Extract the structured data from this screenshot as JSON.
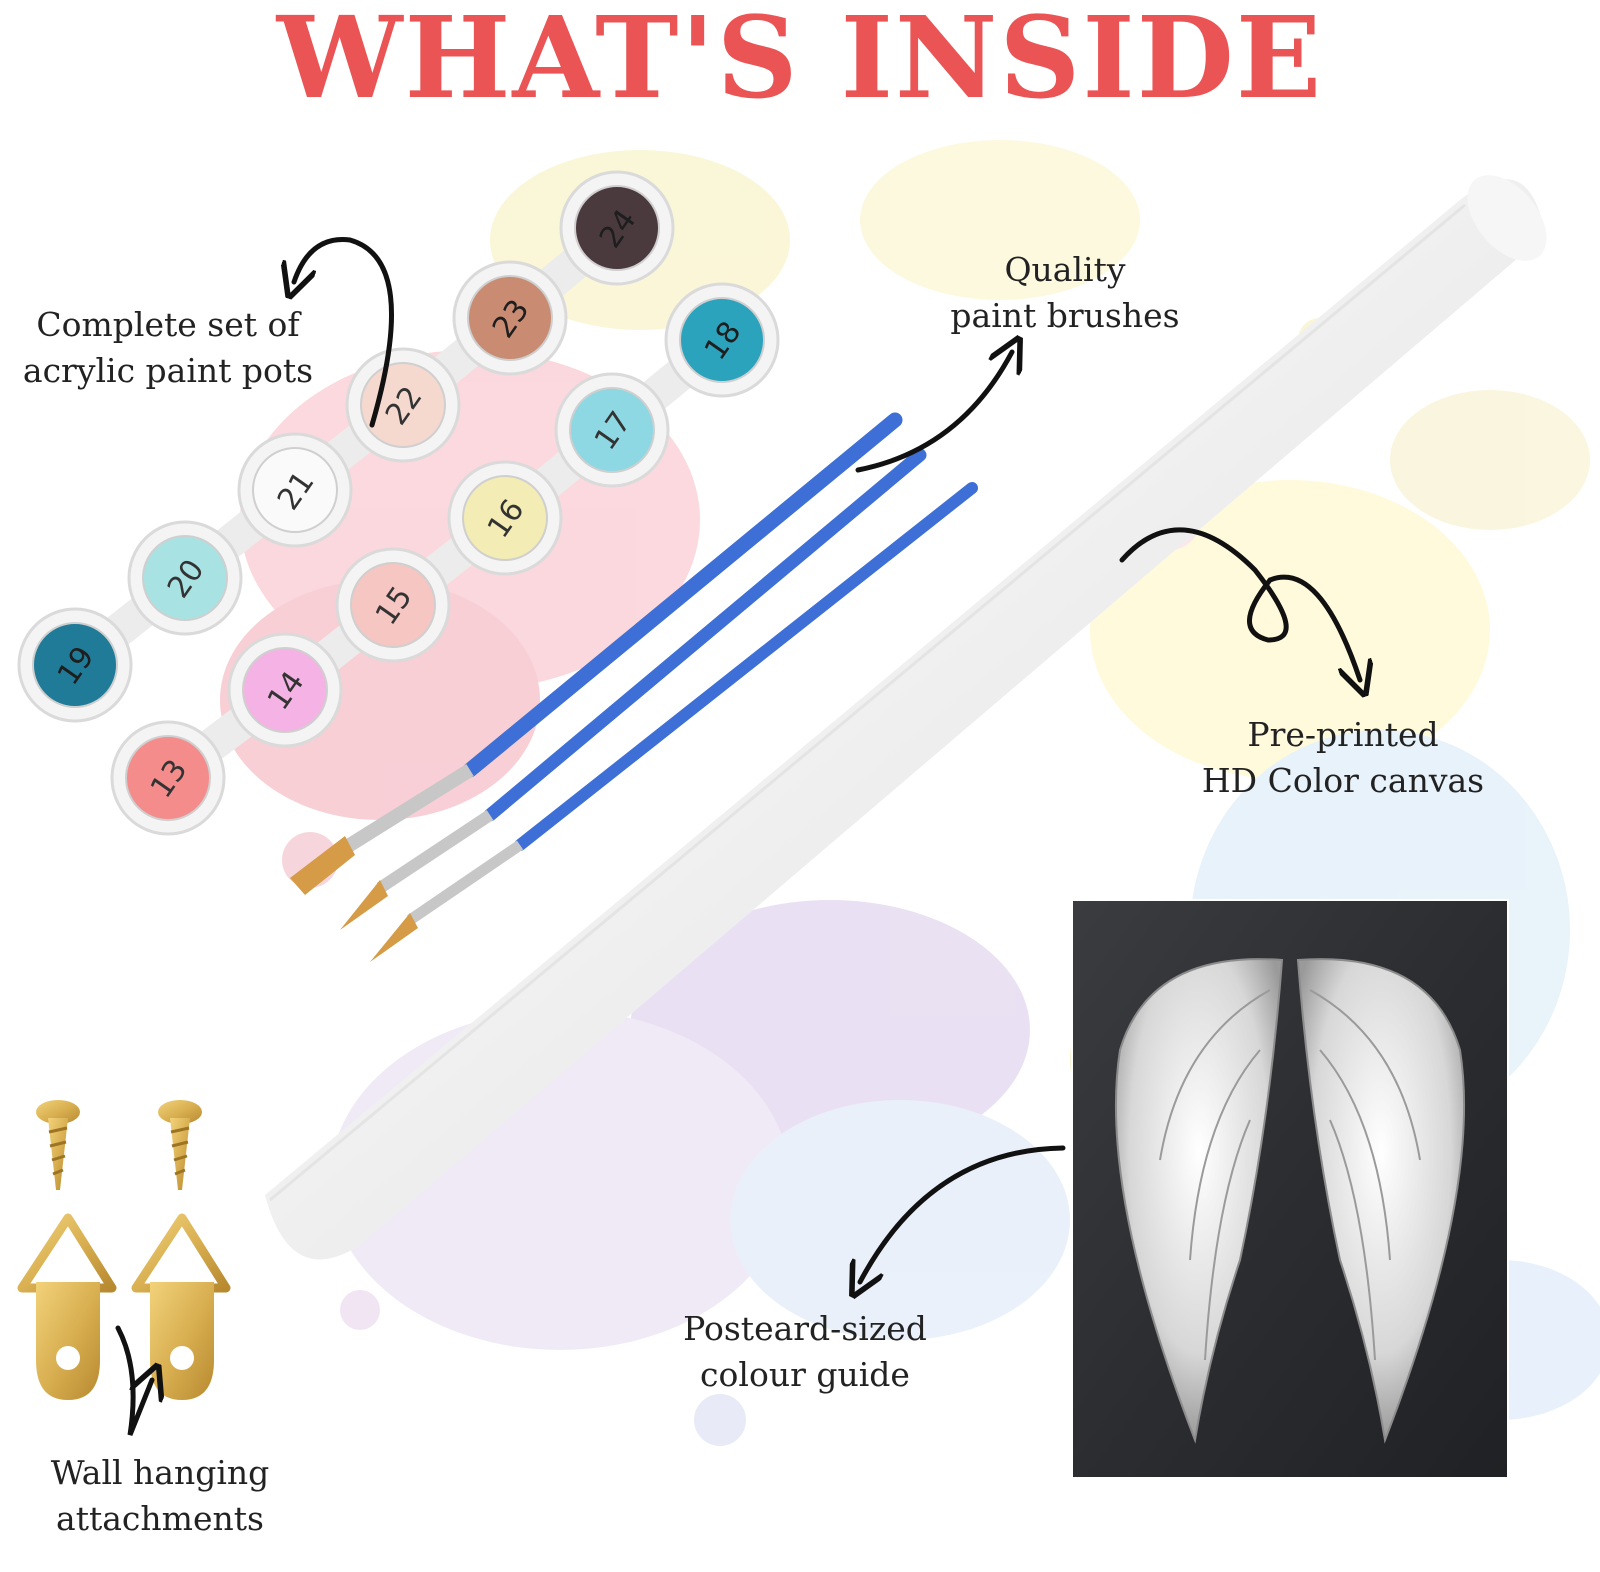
{
  "header": {
    "title": "WHAT'S INSIDE"
  },
  "captions": {
    "paint_pots": [
      "Complete set of",
      "acrylic paint pots"
    ],
    "brushes": [
      "Quality",
      "paint brushes"
    ],
    "canvas": [
      "Pre-printed",
      "HD Color canvas"
    ],
    "guide": [
      "Posteard-sized",
      "colour guide"
    ],
    "wall": [
      "Wall hanging",
      "attachments"
    ]
  },
  "paint_pots": [
    {
      "number": "24",
      "color": "#4a3a3e"
    },
    {
      "number": "23",
      "color": "#c98c72"
    },
    {
      "number": "18",
      "color": "#2ba3bd"
    },
    {
      "number": "22",
      "color": "#f5d9cf"
    },
    {
      "number": "17",
      "color": "#8ed8e4"
    },
    {
      "number": "21",
      "color": "#fafafa"
    },
    {
      "number": "16",
      "color": "#f3ecb4"
    },
    {
      "number": "20",
      "color": "#a9e2e2"
    },
    {
      "number": "15",
      "color": "#f6c6c2"
    },
    {
      "number": "19",
      "color": "#1f7b98"
    },
    {
      "number": "14",
      "color": "#f4b3e4"
    },
    {
      "number": "13",
      "color": "#f48c8c"
    }
  ],
  "colors": {
    "title": "#ea5455",
    "brush_handle": "#3d6fd6",
    "brush_bristle": "#d59b47",
    "brass": "#d9b052",
    "guide_background": "#2b2d31"
  }
}
